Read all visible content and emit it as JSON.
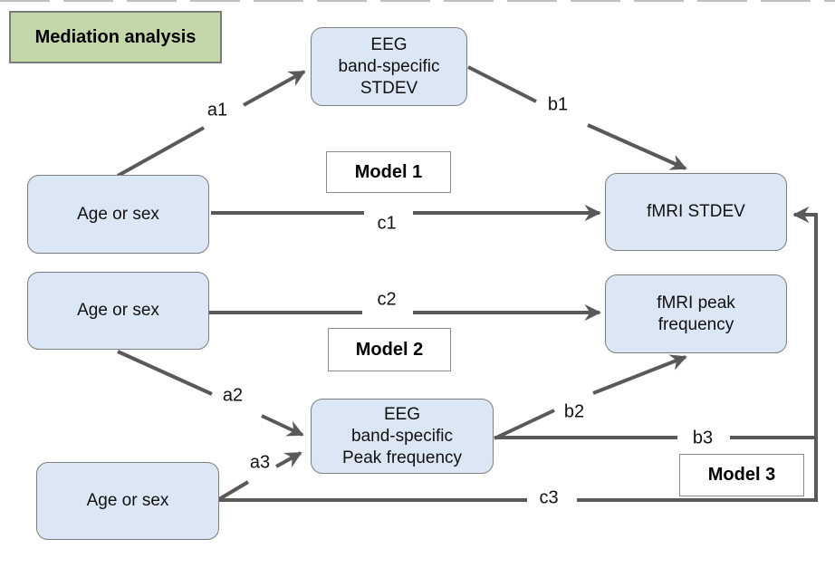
{
  "badge": {
    "label": "Mediation analysis"
  },
  "nodes": {
    "eeg_stdev": {
      "label": "EEG\nband-specific\nSTDEV"
    },
    "age_or_sex_1": {
      "label": "Age or sex"
    },
    "fmri_stdev": {
      "label": "fMRI STDEV"
    },
    "age_or_sex_2": {
      "label": "Age or sex"
    },
    "fmri_peak": {
      "label": "fMRI peak\nfrequency"
    },
    "eeg_peak": {
      "label": "EEG\nband-specific\nPeak frequency"
    },
    "age_or_sex_3": {
      "label": "Age or sex"
    }
  },
  "models": {
    "model1": {
      "label": "Model 1"
    },
    "model2": {
      "label": "Model 2"
    },
    "model3": {
      "label": "Model 3"
    }
  },
  "edges": {
    "a1": {
      "label": "a1"
    },
    "b1": {
      "label": "b1"
    },
    "c1": {
      "label": "c1"
    },
    "a2": {
      "label": "a2"
    },
    "b2": {
      "label": "b2"
    },
    "c2": {
      "label": "c2"
    },
    "a3": {
      "label": "a3"
    },
    "b3": {
      "label": "b3"
    },
    "c3": {
      "label": "c3"
    }
  },
  "colors": {
    "node_fill": "#dbe7f4",
    "node_border": "#7d7d7d",
    "badge_fill": "#c3d7ab",
    "badge_border": "#7b7b7b",
    "model_border": "#8a8a8a",
    "arrow": "#595959",
    "text": "#111111"
  }
}
